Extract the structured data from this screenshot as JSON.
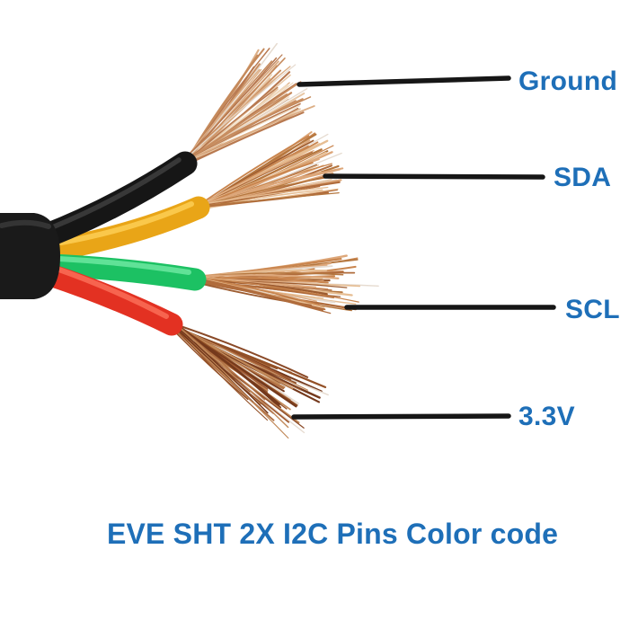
{
  "image": {
    "caption": "EVE SHT 2X I2C Pins Color code",
    "description": "4-core cable with stripped copper ends, each core labeled with its I2C pin"
  },
  "colors": {
    "background": "#ffffff",
    "label_text": "#1e6fb8",
    "leader_line": "#161616",
    "sheath": "#1a1a1a",
    "sheath_highlight": "#4d4d4d",
    "copper_stray": "#e6dbd0",
    "copper_light": [
      "#dcae85",
      "#c98f62",
      "#e7c6a4",
      "#b87950",
      "#efd9bd",
      "#c58a5c"
    ],
    "copper_mid": [
      "#c9854e",
      "#b06c3c",
      "#dda77a",
      "#9d5c30",
      "#e6bd92",
      "#b5773f"
    ],
    "copper_dark": [
      "#8a4a28",
      "#a05a32",
      "#74391c",
      "#b06f42",
      "#935026",
      "#c08858"
    ]
  },
  "wires": [
    {
      "signal": "Ground",
      "wire_color_name": "black",
      "insulation": "#161616",
      "highlight": "#555555"
    },
    {
      "signal": "SDA",
      "wire_color_name": "yellow",
      "insulation": "#e9a517",
      "highlight": "#ffd45e"
    },
    {
      "signal": "SCL",
      "wire_color_name": "green",
      "insulation": "#1cc163",
      "highlight": "#72eaa4"
    },
    {
      "signal": "3.3V",
      "wire_color_name": "red",
      "insulation": "#e33122",
      "highlight": "#ff7a62"
    }
  ]
}
